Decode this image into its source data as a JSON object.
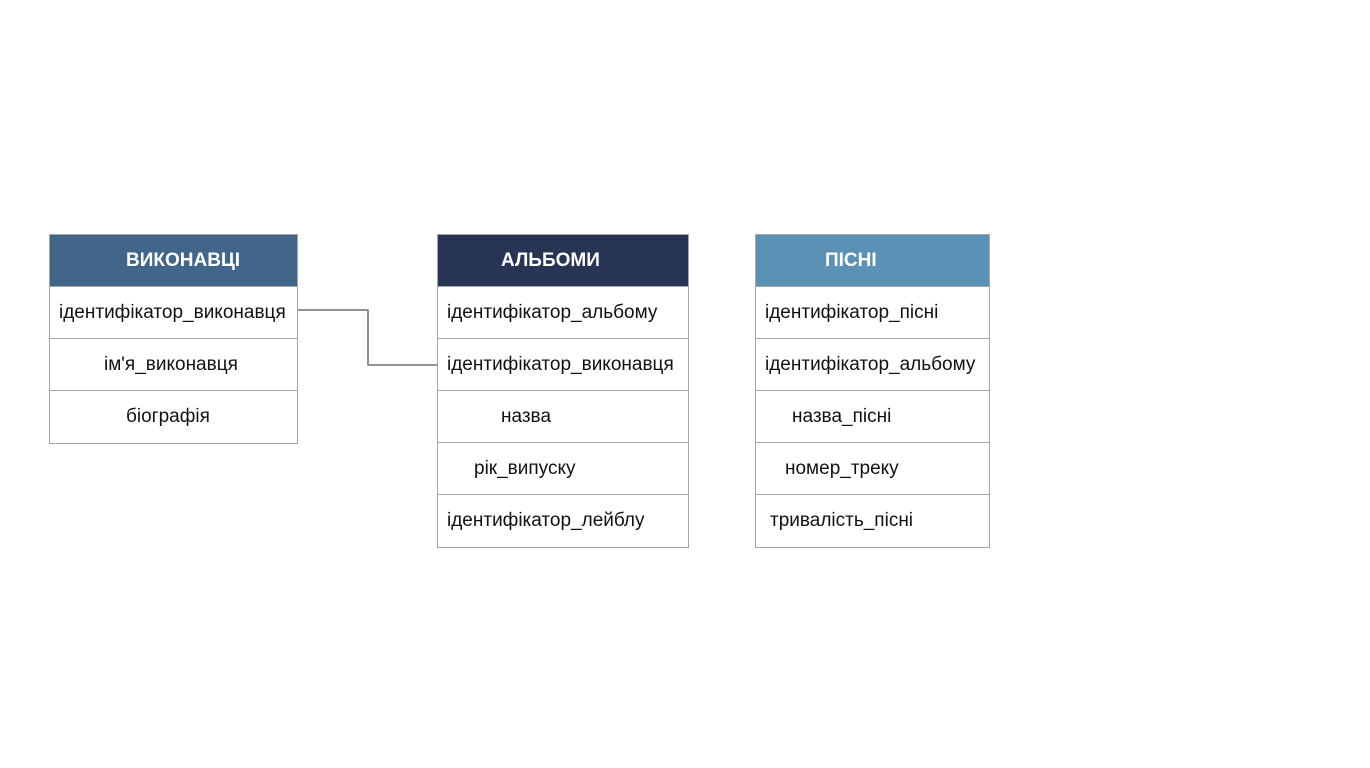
{
  "colors": {
    "artists_header": "#41668a",
    "albums_header": "#283454",
    "songs_header": "#5a91b4",
    "border": "#a6a6a6",
    "connector": "#6f6f6f",
    "background": "#ffffff"
  },
  "entities": [
    {
      "title": "ВИКОНАВЦІ",
      "fields": [
        "ідентифікатор_виконавця",
        "ім'я_виконавця",
        "біографія"
      ]
    },
    {
      "title": "АЛЬБОМИ",
      "fields": [
        "ідентифікатор_альбому",
        "ідентифікатор_виконавця",
        "назва",
        "рік_випуску",
        "ідентифікатор_лейблу"
      ]
    },
    {
      "title": "ПІСНІ",
      "fields": [
        "ідентифікатор_пісні",
        "ідентифікатор_альбому",
        "назва_пісні",
        "номер_треку",
        "тривалість_пісні"
      ]
    }
  ],
  "relationships": [
    {
      "from": "ВИКОНАВЦІ.ідентифікатор_виконавця",
      "to": "АЛЬБОМИ.ідентифікатор_виконавця"
    }
  ]
}
